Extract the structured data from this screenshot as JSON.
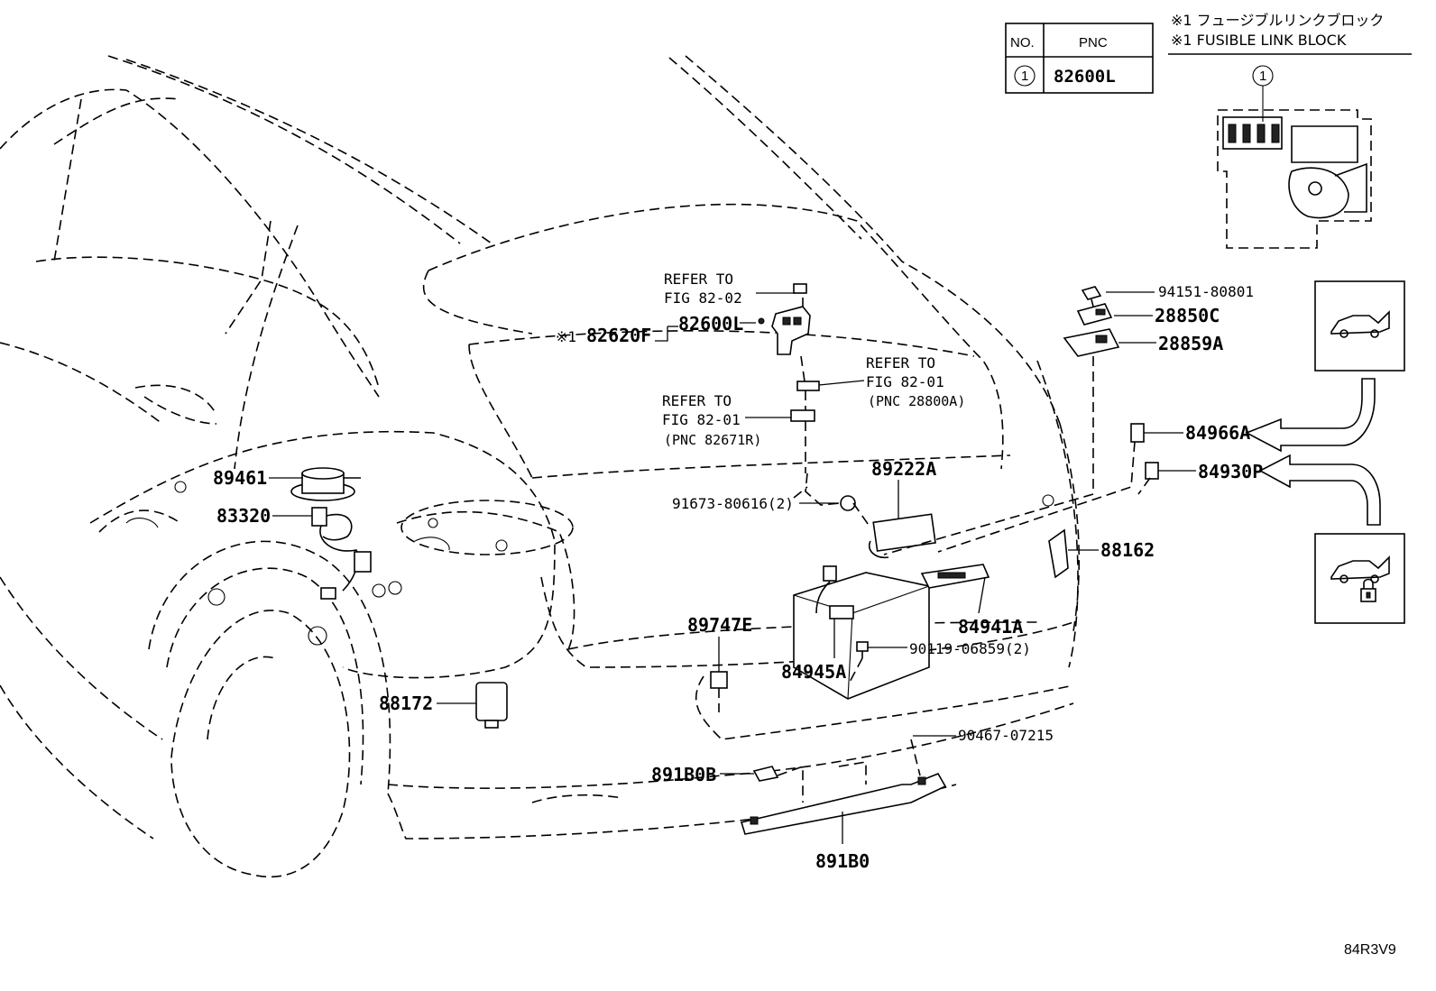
{
  "note": {
    "jp": "※1 フュージブルリンクブロック",
    "en": "※1 FUSIBLE LINK BLOCK"
  },
  "pnc_table": {
    "col_no": "NO.",
    "col_pnc": "PNC",
    "row_no": "1",
    "row_pnc": "82600L"
  },
  "inset_marker": "1",
  "refs": {
    "r1_line1": "REFER TO",
    "r1_line2": "FIG 82-02",
    "r2_line1": "REFER TO",
    "r2_line2": "FIG 82-01",
    "r2_line3": "(PNC 28800A)",
    "r3_line1": "REFER TO",
    "r3_line2": "FIG 82-01",
    "r3_line3": "(PNC 82671R)"
  },
  "parts": {
    "p82620F_mark": "※1",
    "p82620F": "82620F",
    "p82600L": "82600L",
    "p94151": "94151-80801",
    "p28850C": "28850C",
    "p28859A": "28859A",
    "p84966A": "84966A",
    "p84930P": "84930P",
    "p89461": "89461",
    "p83320": "83320",
    "p89222A": "89222A",
    "p91673": "91673-80616(2)",
    "p88162": "88162",
    "p84941A": "84941A",
    "p89747E": "89747E",
    "p90119": "90119-06859(2)",
    "p84945A": "84945A",
    "p88172": "88172",
    "p90467": "90467-07215",
    "p891B0B": "891B0B",
    "p891B0": "891B0"
  },
  "illustration_id": "84R3V9"
}
